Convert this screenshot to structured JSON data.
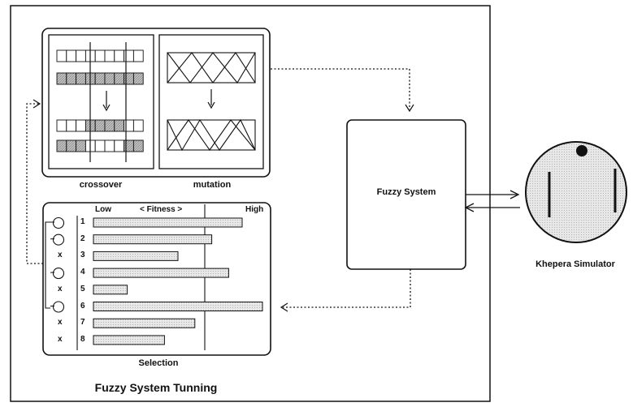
{
  "title": "Fuzzy System Tunning",
  "operators": {
    "crossover_label": "crossover",
    "mutation_label": "mutation"
  },
  "selection": {
    "label": "Selection",
    "low_label": "Low",
    "fitness_label": "< Fitness >",
    "high_label": "High",
    "rows": [
      {
        "rank": "1",
        "marker": "parent",
        "fitness": 0.88
      },
      {
        "rank": "2",
        "marker": "parent",
        "fitness": 0.7
      },
      {
        "rank": "3",
        "marker": "x",
        "fitness": 0.5
      },
      {
        "rank": "4",
        "marker": "parent",
        "fitness": 0.8
      },
      {
        "rank": "5",
        "marker": "x",
        "fitness": 0.2
      },
      {
        "rank": "6",
        "marker": "parent",
        "fitness": 1.0
      },
      {
        "rank": "7",
        "marker": "x",
        "fitness": 0.6
      },
      {
        "rank": "8",
        "marker": "x",
        "fitness": 0.42
      }
    ]
  },
  "fuzzy_system_label": "Fuzzy System",
  "simulator_label": "Khepera Simulator",
  "colors": {
    "line": "#111111",
    "hatch_fill": "#b8b8b8",
    "bar_fill": "#dedede",
    "robot_fill": "#e6e6e6"
  }
}
